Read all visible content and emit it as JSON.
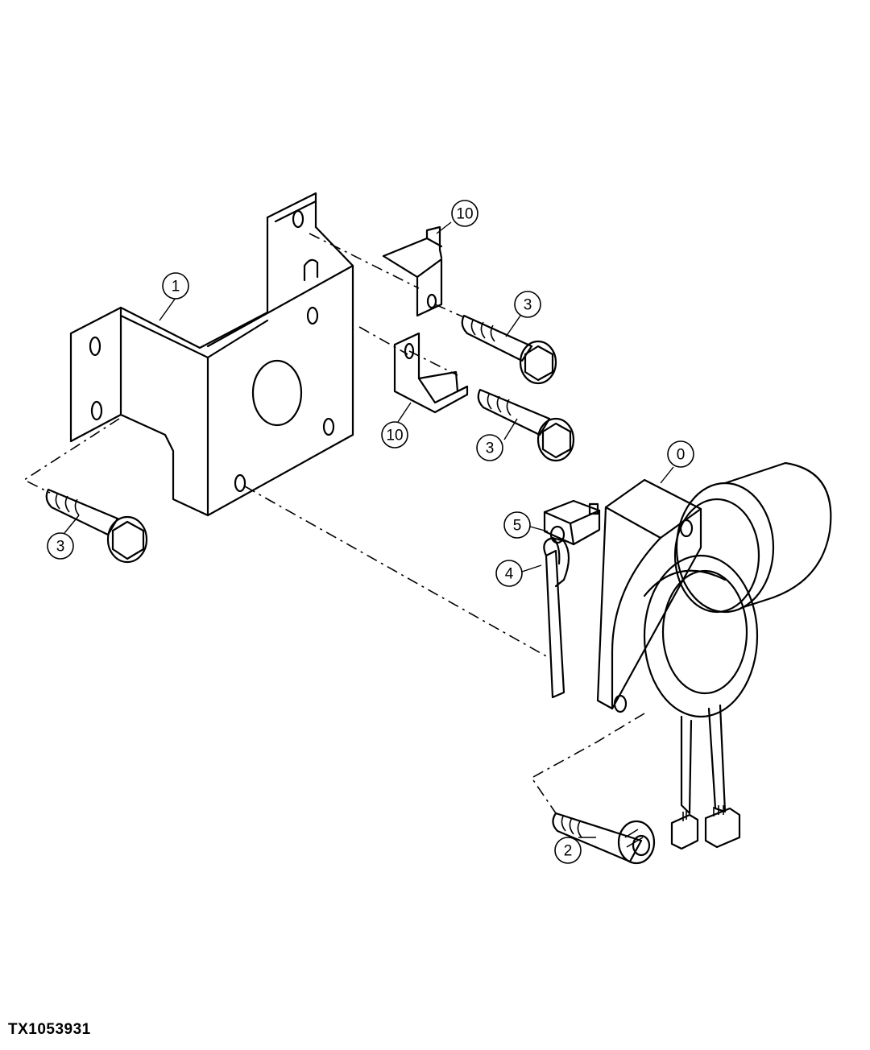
{
  "figure": {
    "id_label": "TX1053931"
  },
  "callouts": [
    {
      "label": "0",
      "part": "encoder-sensor"
    },
    {
      "label": "1",
      "part": "bracket"
    },
    {
      "label": "2",
      "part": "shoulder-bolt"
    },
    {
      "label": "3",
      "part": "cap-screw"
    },
    {
      "label": "3",
      "part": "cap-screw"
    },
    {
      "label": "3",
      "part": "cap-screw"
    },
    {
      "label": "4",
      "part": "lever-arm"
    },
    {
      "label": "5",
      "part": "clamp-block"
    },
    {
      "label": "10",
      "part": "stopper-plate"
    },
    {
      "label": "10",
      "part": "stopper-plate"
    }
  ]
}
